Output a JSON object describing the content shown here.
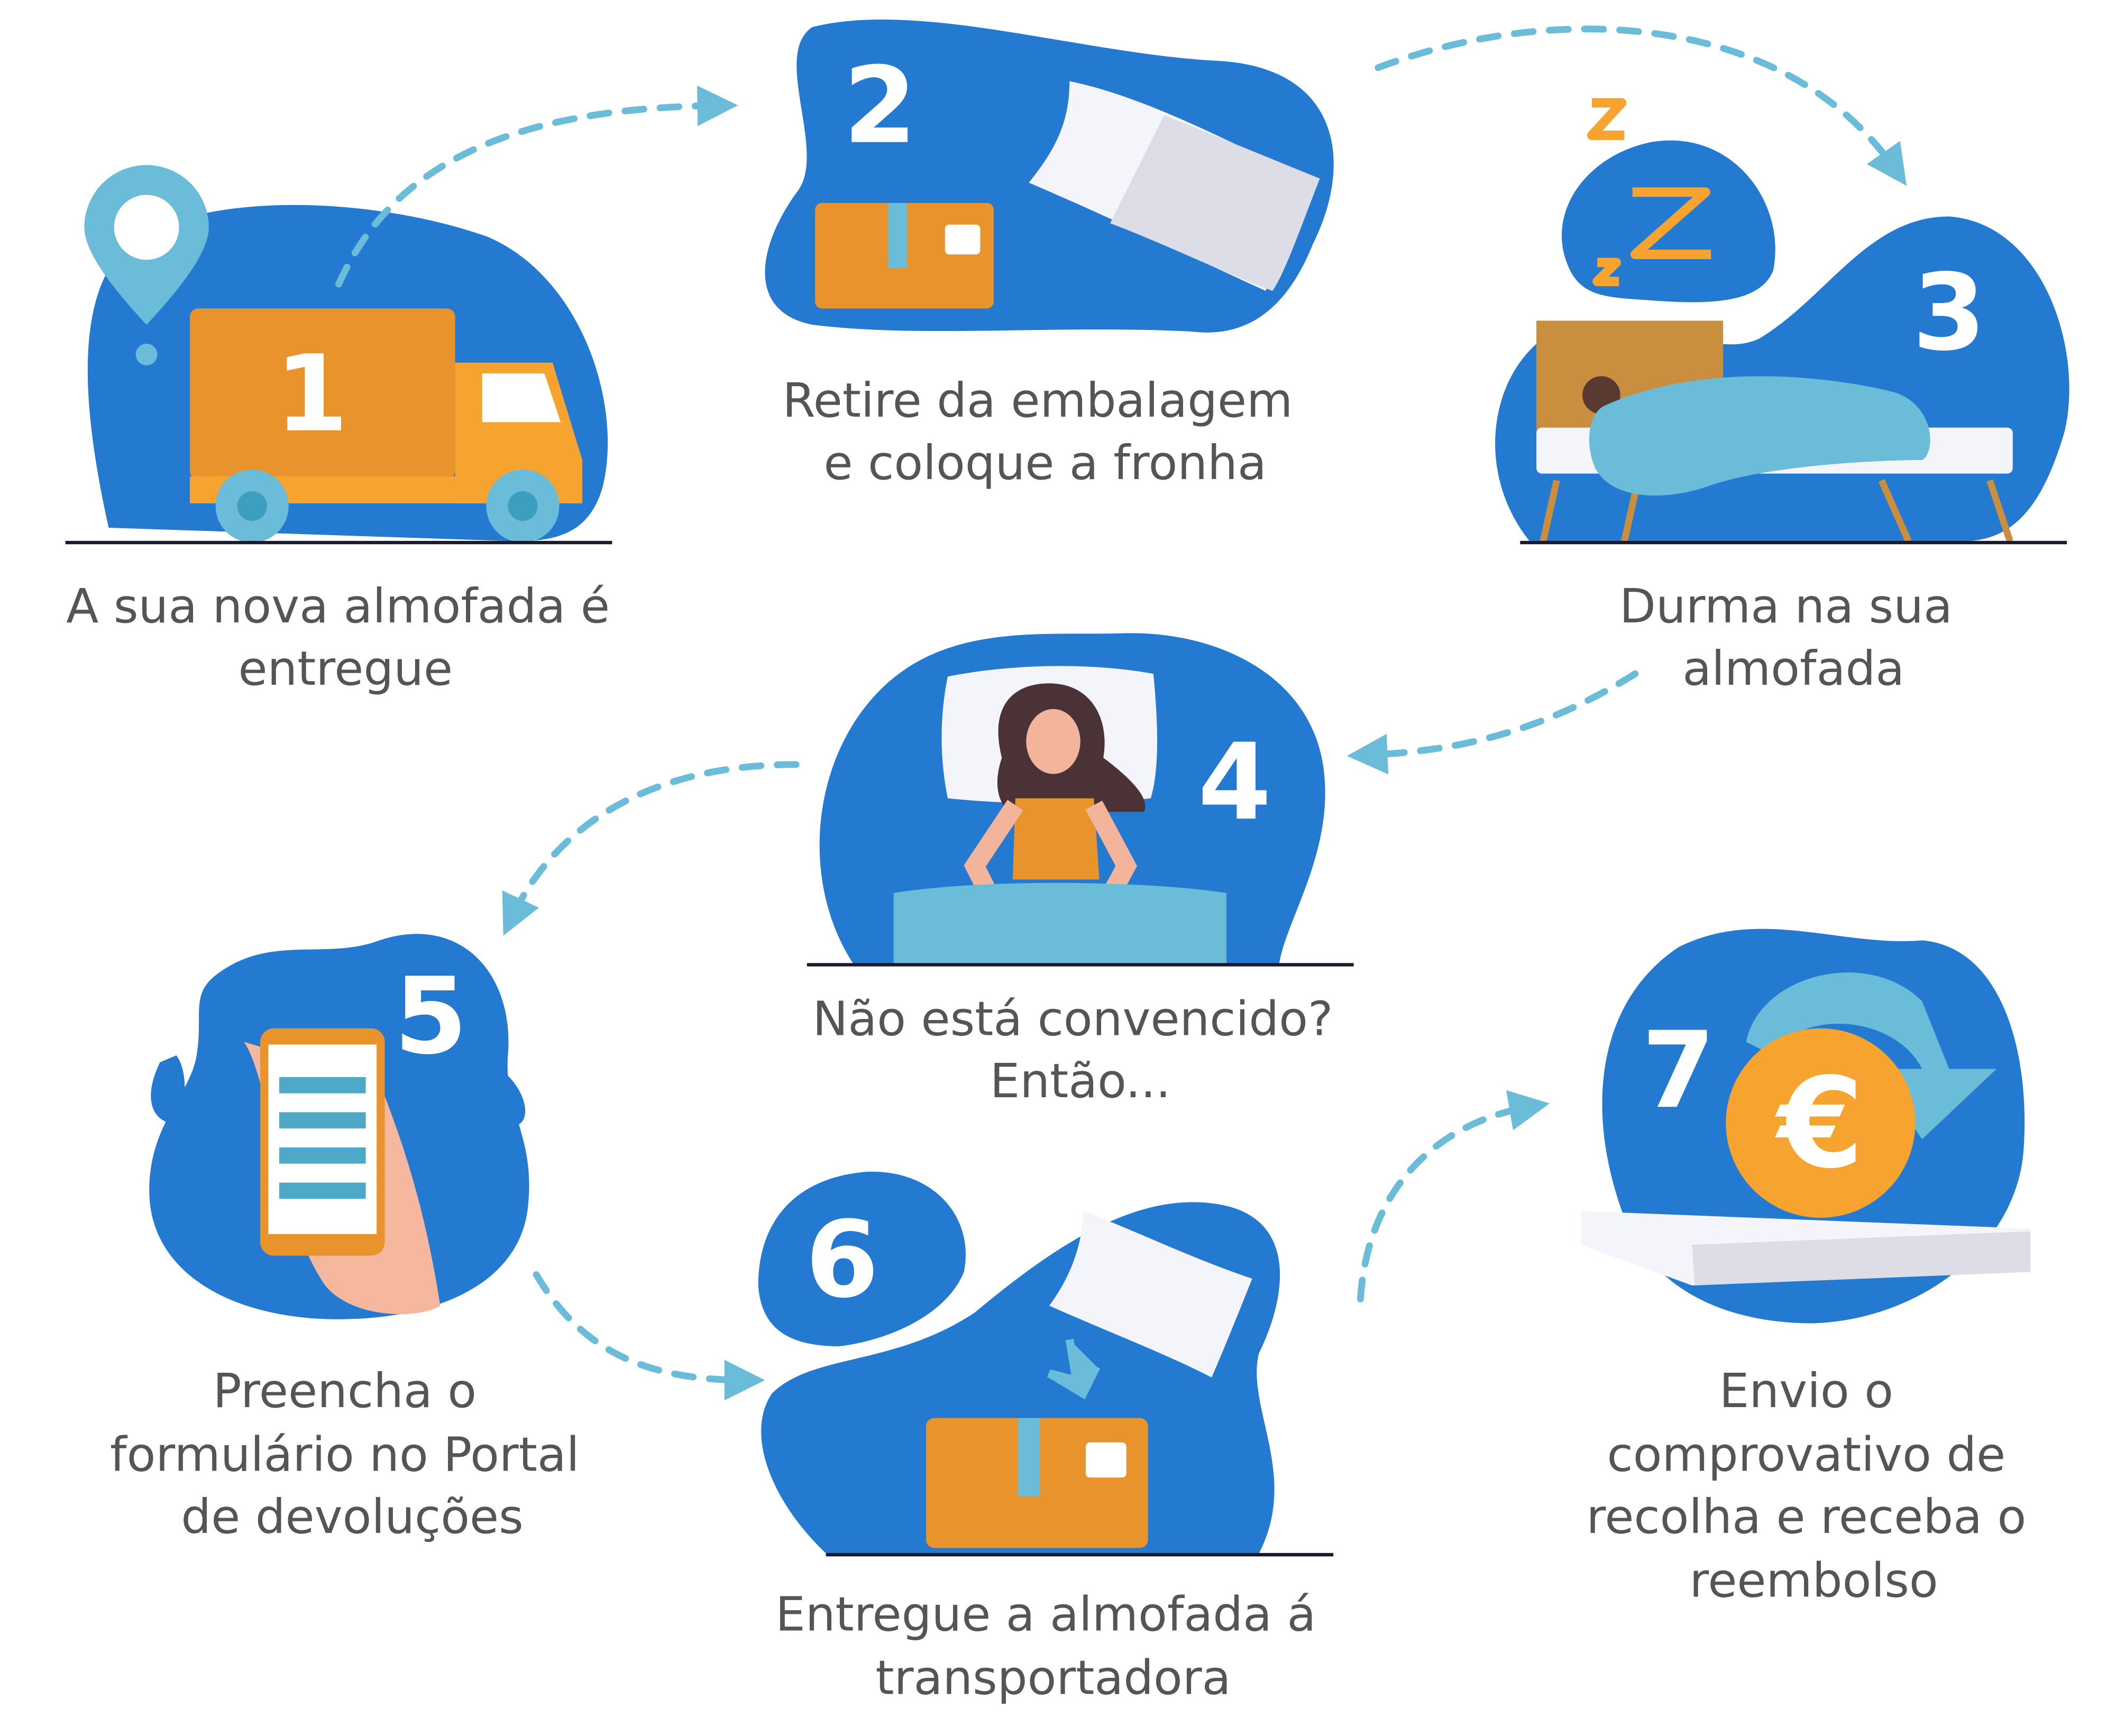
{
  "colors": {
    "blob": "#2479D0",
    "orange": "#E8932B",
    "arrow": "#6BBCD9",
    "text": "#555555",
    "white": "#FFFFFF"
  },
  "steps": [
    {
      "number": "1",
      "lines": [
        "A sua nova almofada é",
        "entregue"
      ],
      "icon": "delivery-truck"
    },
    {
      "number": "2",
      "lines": [
        "Retire da embalagem",
        "e coloque a fronha"
      ],
      "icon": "pillow-box"
    },
    {
      "number": "3",
      "lines": [
        "Durma na sua",
        "almofada"
      ],
      "icon": "sleeping-person"
    },
    {
      "number": "4",
      "lines": [
        "Não está convencido?",
        "Então..."
      ],
      "icon": "awake-woman"
    },
    {
      "number": "5",
      "lines": [
        "Preencha o",
        "formulário no Portal",
        "de devoluções"
      ],
      "icon": "phone-form"
    },
    {
      "number": "6",
      "lines": [
        "Entregue a almofada á",
        "transportadora"
      ],
      "icon": "pillow-into-box"
    },
    {
      "number": "7",
      "lines": [
        "Envio o",
        "comprovativo de",
        "recolha e receba o",
        "reembolso"
      ],
      "icon": "euro-refund"
    }
  ]
}
